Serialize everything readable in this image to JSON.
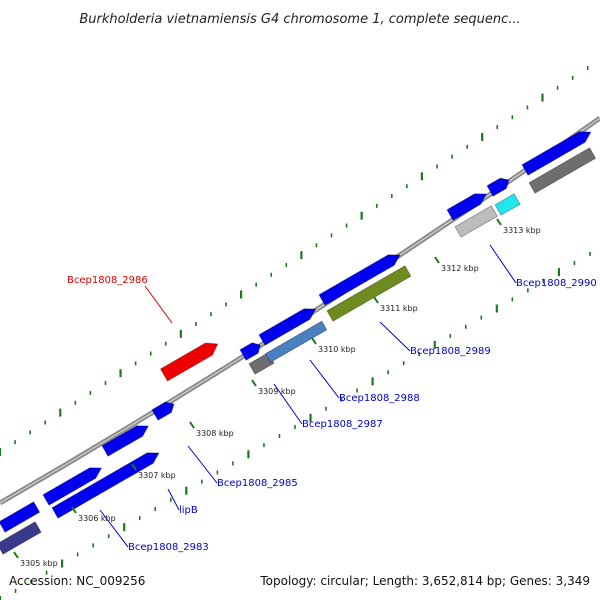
{
  "title": "Burkholderia vietnamiensis G4 chromosome 1, complete sequenc...",
  "accession": "Accession: NC_009256",
  "summary": "Topology: circular; Length: 3,652,814 bp; Genes: 3,349",
  "colors": {
    "backbone": "#8c8c8c",
    "plus_strand": "#0000ee",
    "minus_strand_dark": "#3a3a8c",
    "highlight": "#ee0000",
    "olive": "#6f8a1e",
    "steel": "#4a7fc0",
    "cyan": "#22e6ee",
    "gray": "#6e6e6e",
    "light_gray": "#bcbcbc",
    "tick": "#1a7a1a",
    "label_blue": "#0000cc",
    "label_red": "#dd0000"
  },
  "ticks": [
    {
      "label": "3305 kbp"
    },
    {
      "label": "3306 kbp"
    },
    {
      "label": "3307 kbp"
    },
    {
      "label": "3308 kbp"
    },
    {
      "label": "3309 kbp"
    },
    {
      "label": "3310 kbp"
    },
    {
      "label": "3311 kbp"
    },
    {
      "label": "3312 kbp"
    },
    {
      "label": "3313 kbp"
    }
  ],
  "gene_labels": [
    {
      "text": "Bcep1808_2986",
      "color": "red"
    },
    {
      "text": "Bcep1808_2990",
      "color": "blue"
    },
    {
      "text": "Bcep1808_2989",
      "color": "blue"
    },
    {
      "text": "Bcep1808_2988",
      "color": "blue"
    },
    {
      "text": "Bcep1808_2987",
      "color": "blue"
    },
    {
      "text": "Bcep1808_2985",
      "color": "blue"
    },
    {
      "text": "lipB",
      "color": "blue"
    },
    {
      "text": "Bcep1808_2983",
      "color": "blue"
    }
  ]
}
